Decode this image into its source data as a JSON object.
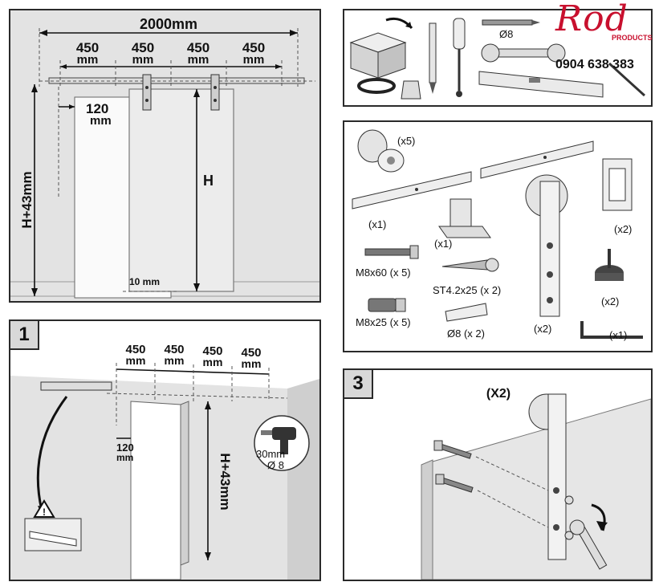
{
  "brand": {
    "logo_text": "Rod",
    "sub_text": "PRODUCTS",
    "phone": "0904 638 383",
    "color": "#c8102e"
  },
  "overview": {
    "total_width": "2000mm",
    "segment_value": "450",
    "segment_unit": "mm",
    "offset_value": "120",
    "offset_unit": "mm",
    "height_left": "H+43mm",
    "height_door": "H",
    "floor_gap": "10 mm"
  },
  "tools": {
    "drill_bit_label": "Ø8"
  },
  "parts": {
    "wheel_stop_qty": "(x5)",
    "rail_qty": "(x1)",
    "floor_guide_qty": "(x1)",
    "hanger_qty": "(x2)",
    "anti_jump_qty": "(x2)",
    "bumper_qty": "(x2)",
    "allen_key_qty": "(x1)",
    "bolt_m8x60": "M8x60 (x 5)",
    "screw_st42": "ST4.2x25 (x 2)",
    "bolt_m8x25": "M8x25 (x 5)",
    "anchor_d8": "Ø8 (x 2)"
  },
  "step1": {
    "number": "1",
    "segment_value": "450",
    "segment_unit": "mm",
    "offset_value": "120",
    "offset_unit": "mm",
    "height_label": "H+43mm",
    "drill_depth": "30mm",
    "drill_bit": "Ø 8"
  },
  "step3": {
    "number": "3",
    "quantity_label": "(X2)"
  }
}
